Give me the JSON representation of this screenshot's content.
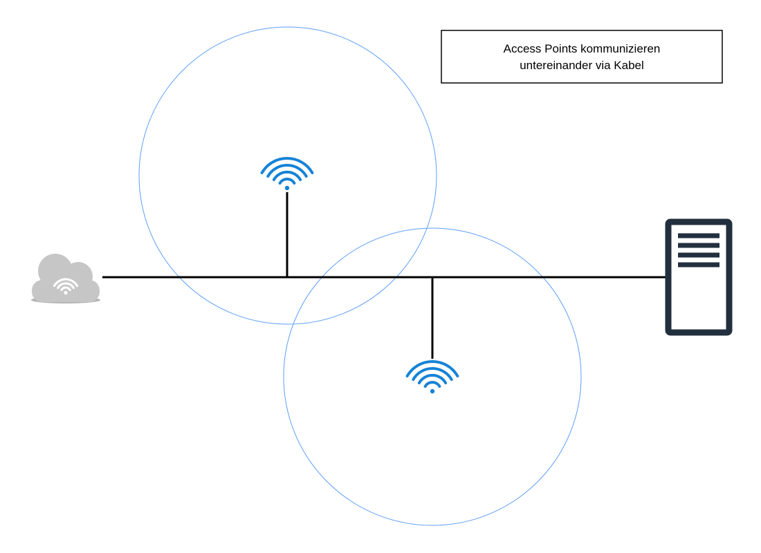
{
  "annotation": {
    "line1": "Access Points kommunizieren",
    "line2": "untereinander via Kabel"
  },
  "nodes": {
    "cloud": "internet-cloud",
    "access_point_1": "wifi-access-point",
    "access_point_2": "wifi-access-point",
    "server": "server-tower"
  },
  "colors": {
    "wifi_blue": "#1583d6",
    "coverage_circle": "#5c9ef7",
    "cloud_gray": "#c6c6c6",
    "server_dark": "#222f3e",
    "cable": "#000000",
    "annotation_border": "#000000",
    "text": "#000000",
    "white": "#ffffff"
  }
}
